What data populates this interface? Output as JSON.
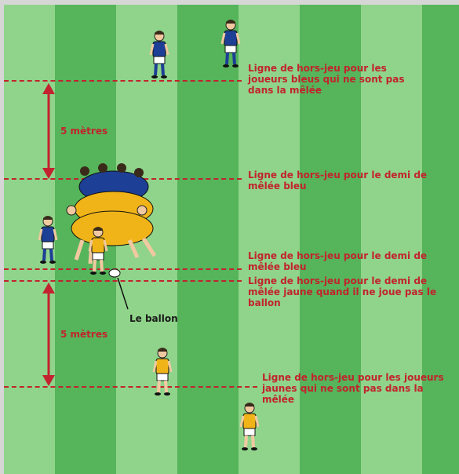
{
  "colors": {
    "field_light": "#8fd48a",
    "field_dark": "#56b45a",
    "offside_red": "#c2232e",
    "blue_team": "#1d3f95",
    "yellow_team": "#f0b418",
    "frame": "#d6d6d6"
  },
  "labels": {
    "blue_players_offside": "Ligne de hors-jeu pour les\njoueurs bleus qui ne sont pas\ndans la mêlée",
    "blue_scrumhalf_top": "Ligne de hors-jeu pour le demi de\nmêlée bleu",
    "blue_scrumhalf_bottom": "Ligne de hors-jeu pour le demi de\nmêlée bleu",
    "yellow_scrumhalf": "Ligne de hors-jeu pour le demi de\nmêlée jaune quand il ne joue pas le\nballon",
    "yellow_players_offside": "Ligne de hors-jeu pour les joueurs\njaunes qui ne sont pas dans la\nmêlée",
    "distance_top": "5 mètres",
    "distance_bottom": "5 mètres",
    "ball": "Le ballon"
  },
  "icons": [
    "blue-player-icon",
    "yellow-player-icon",
    "scrum-icon",
    "double-arrow-icon"
  ]
}
